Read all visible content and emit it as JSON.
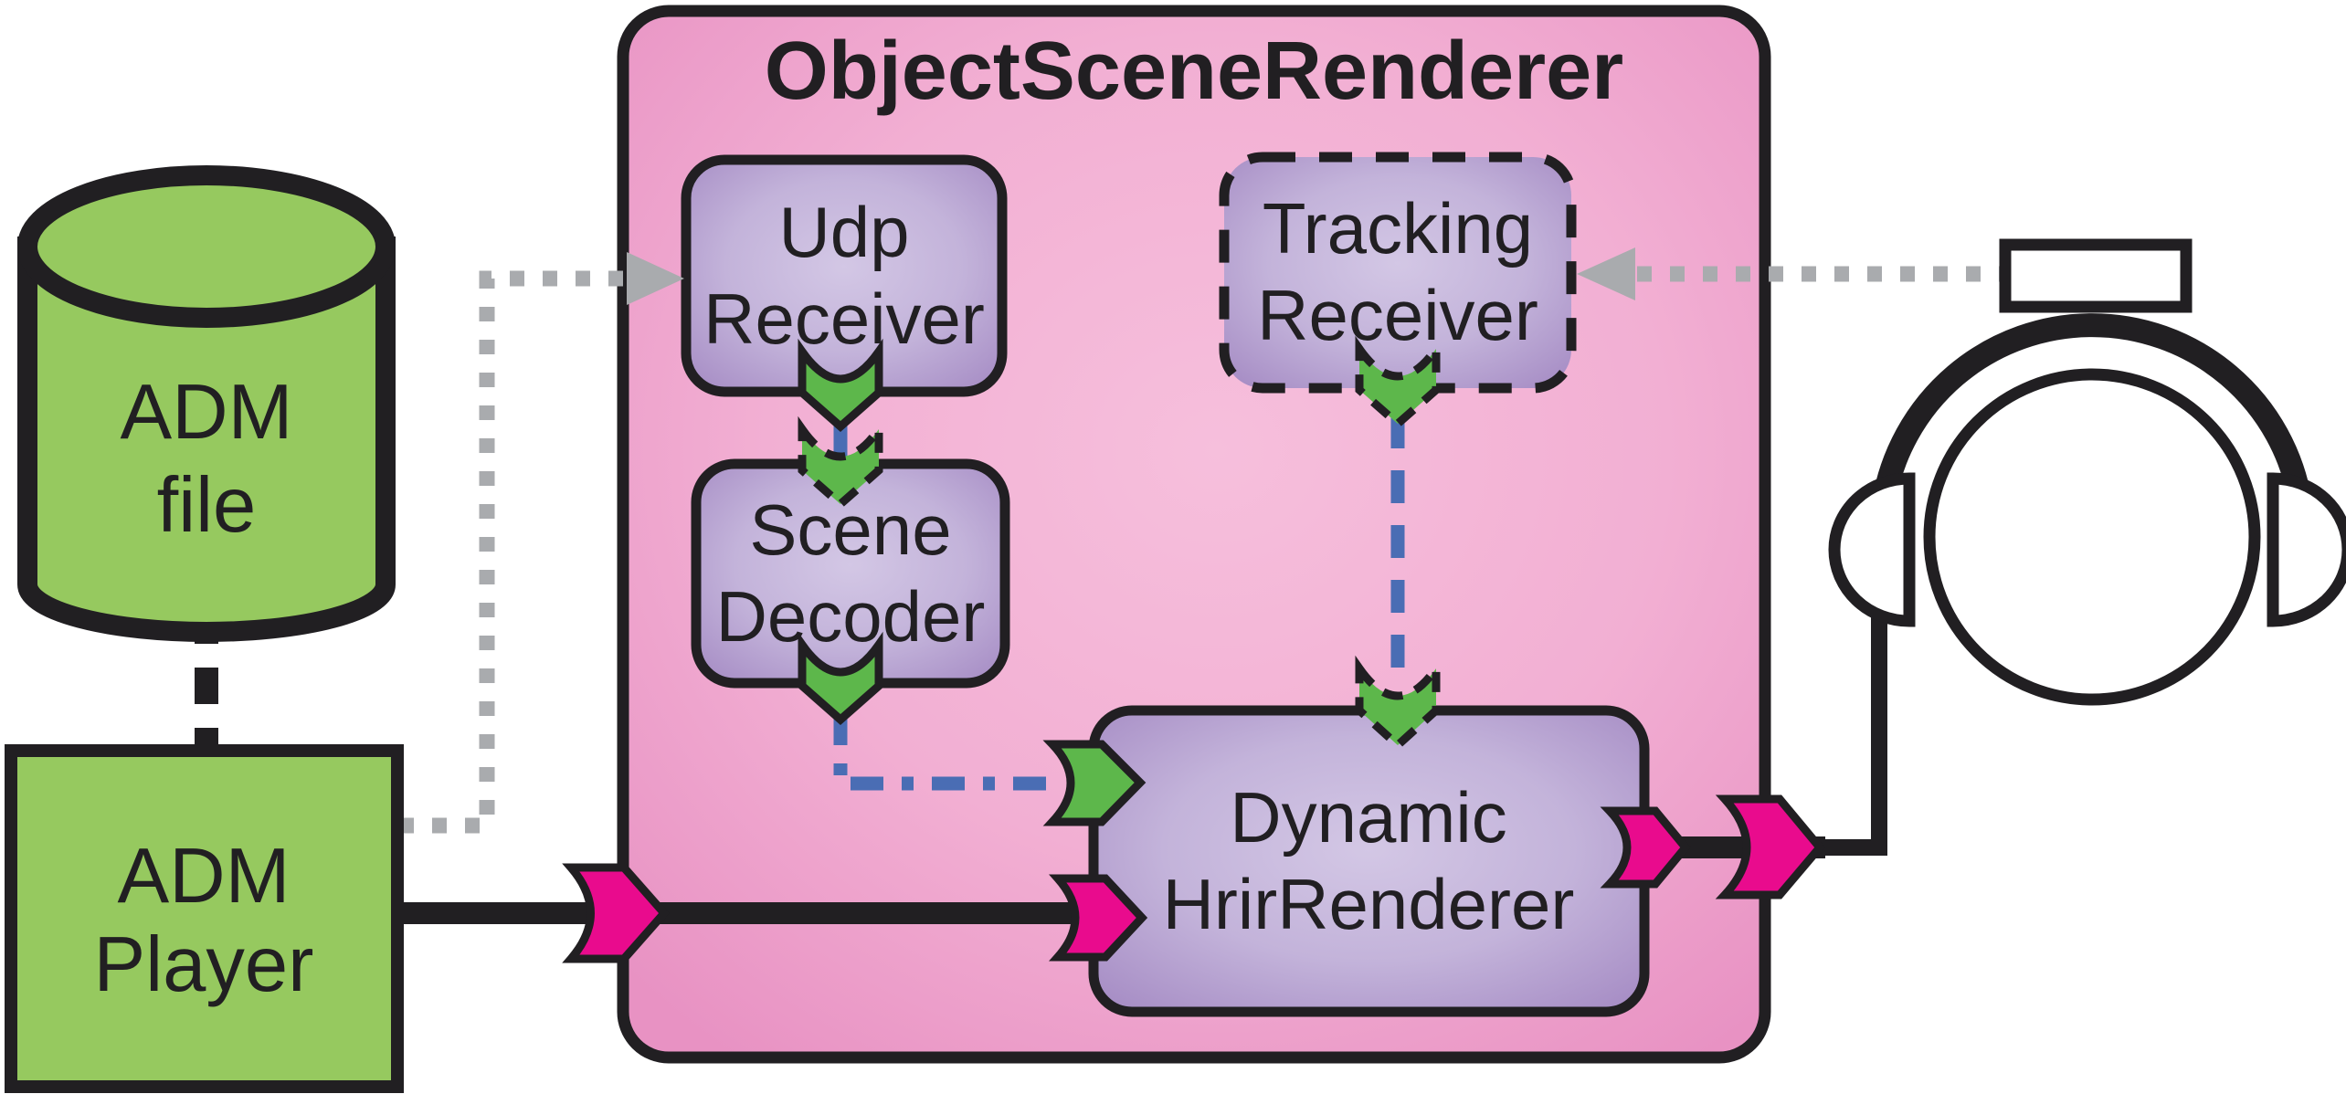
{
  "title": "ObjectSceneRenderer",
  "nodes": {
    "adm_file": {
      "lines": [
        "ADM",
        "file"
      ],
      "shape": "database-cylinder"
    },
    "adm_player": {
      "lines": [
        "ADM",
        "Player"
      ],
      "shape": "rect"
    },
    "udp_receiver": {
      "lines": [
        "Udp",
        "Receiver"
      ],
      "container": "ObjectSceneRenderer",
      "border": "solid"
    },
    "tracking_receiver": {
      "lines": [
        "Tracking",
        "Receiver"
      ],
      "container": "ObjectSceneRenderer",
      "border": "dashed"
    },
    "scene_decoder": {
      "lines": [
        "Scene",
        "Decoder"
      ],
      "container": "ObjectSceneRenderer",
      "border": "solid"
    },
    "dynamic_hrir_renderer": {
      "lines": [
        "Dynamic",
        "HrirRenderer"
      ],
      "container": "ObjectSceneRenderer",
      "border": "solid"
    },
    "headphones": {
      "icon": "headphones-with-head-tracker-icon"
    }
  },
  "edges": [
    {
      "from": "adm_file",
      "to": "adm_player",
      "style": "black-dashed-link"
    },
    {
      "from": "adm_player",
      "to": "udp_receiver",
      "style": "gray-dotted-arrow"
    },
    {
      "from": "adm_player",
      "to": "dynamic_hrir_renderer",
      "style": "black-audio-line-magenta-chevrons"
    },
    {
      "from": "udp_receiver",
      "to": "scene_decoder",
      "style": "blue-dashed-green-chevrons"
    },
    {
      "from": "scene_decoder",
      "to": "dynamic_hrir_renderer",
      "style": "blue-dashdot-green-chevron"
    },
    {
      "from": "head_tracker",
      "to": "tracking_receiver",
      "style": "gray-dotted-arrow"
    },
    {
      "from": "tracking_receiver",
      "to": "dynamic_hrir_renderer",
      "style": "blue-dashed-green-chevrons-dashed-outline"
    },
    {
      "from": "dynamic_hrir_renderer",
      "to": "headphones",
      "style": "black-audio-line-magenta-chevrons"
    }
  ],
  "colors": {
    "ink": "#211f22",
    "box-green": "#96c95f",
    "chevron-green": "#5db74b",
    "magenta": "#e90b8d",
    "blue": "#4a6db4",
    "gray": "#a9abae",
    "pink-center": "#f6bfdc",
    "pink-mid": "#f2afd3",
    "pink-edge": "#e892c3",
    "purple-center": "#d3c7e5",
    "purple-mid": "#c3b3da",
    "purple-edge": "#a88fc6",
    "white": "#ffffff"
  }
}
